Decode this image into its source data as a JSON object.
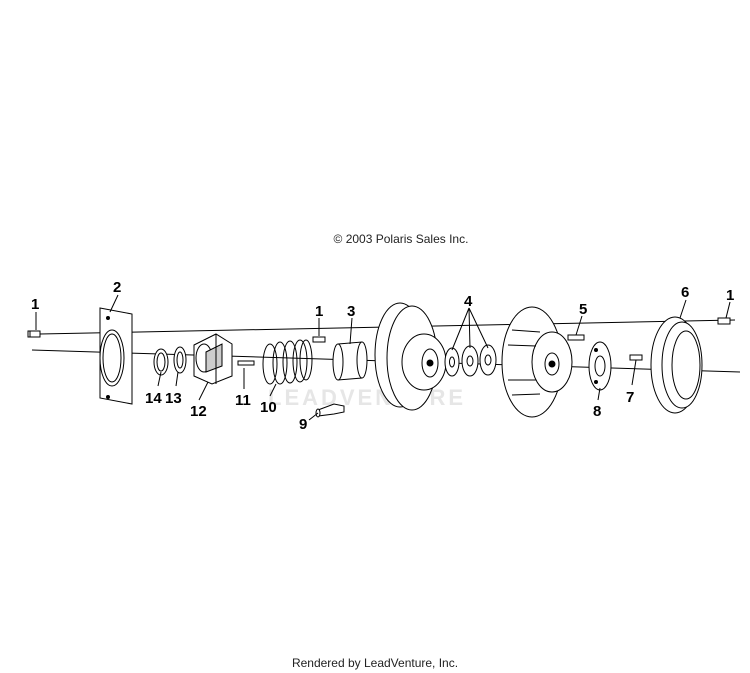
{
  "copyright": "© 2003 Polaris Sales Inc.",
  "footer": "Rendered by LeadVenture, Inc.",
  "watermark": "LEADVENTURE",
  "callouts": {
    "c1_left": "1",
    "c2": "2",
    "c14": "14",
    "c13": "13",
    "c12": "12",
    "c11": "11",
    "c10": "10",
    "c1_mid": "1",
    "c3": "3",
    "c9": "9",
    "c4": "4",
    "c5": "5",
    "c8": "8",
    "c7": "7",
    "c6": "6",
    "c1_right": "1"
  }
}
